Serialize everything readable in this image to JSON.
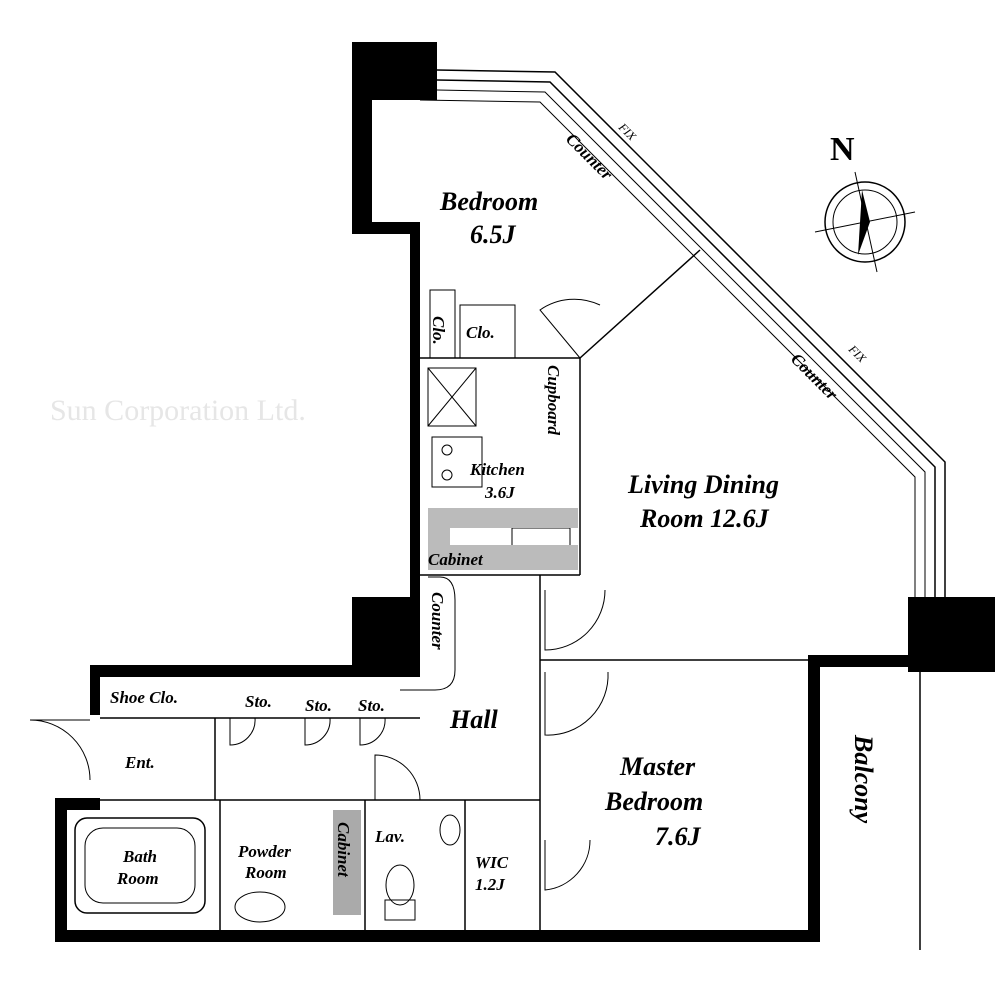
{
  "watermark": "Sun Corporation Ltd.",
  "compass": {
    "label": "N"
  },
  "rooms": {
    "bedroom": {
      "name": "Bedroom",
      "size": "6.5J"
    },
    "living": {
      "name1": "Living Dining",
      "name2": "Room 12.6J"
    },
    "kitchen": {
      "name": "Kitchen",
      "size": "3.6J"
    },
    "master": {
      "name1": "Master",
      "name2": "Bedroom",
      "size": "7.6J"
    },
    "hall": "Hall",
    "entrance": "Ent.",
    "bath": {
      "name1": "Bath",
      "name2": "Room"
    },
    "powder": {
      "name1": "Powder",
      "name2": "Room"
    },
    "lav": "Lav.",
    "wic": {
      "name": "WIC",
      "size": "1.2J"
    },
    "balcony": "Balcony"
  },
  "fixtures": {
    "counter_top": "Counter",
    "counter_right": "Counter",
    "counter_kitchen": "Counter",
    "fix_top": "FIX",
    "fix_right": "FIX",
    "clo_1": "Clo.",
    "clo_2": "Clo.",
    "cupboard": "Cupboard",
    "cabinet_kitchen": "Cabinet",
    "cabinet_powder": "Cabinet",
    "shoe_clo": "Shoe Clo.",
    "sto_1": "Sto.",
    "sto_2": "Sto.",
    "sto_3": "Sto."
  }
}
